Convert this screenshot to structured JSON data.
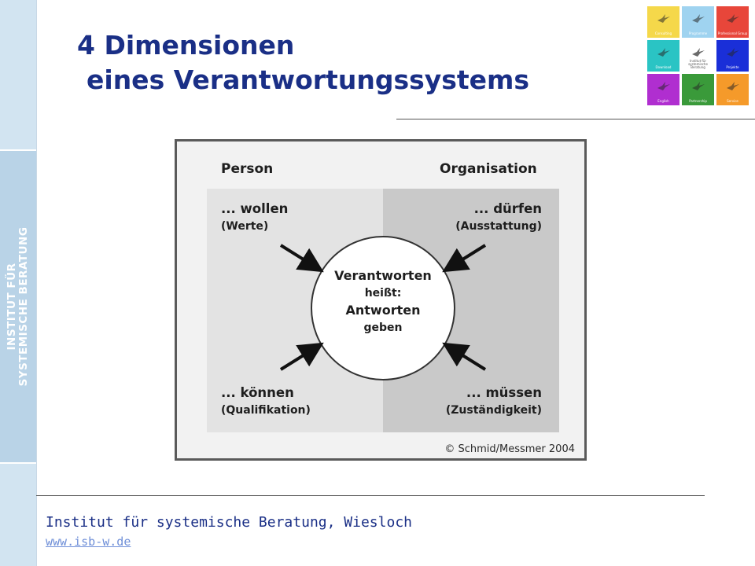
{
  "sidebar": {
    "line1": "INSTITUT FÜR",
    "line2": "SYSTEMISCHE BERATUNG"
  },
  "title": {
    "line1": "4 Dimensionen",
    "line2": "eines Verantwortungssystems"
  },
  "logo": {
    "tiles": [
      {
        "color": "#f5d84a",
        "label": "Consulting"
      },
      {
        "color": "#9fd3f0",
        "label": "Programme"
      },
      {
        "color": "#e8463a",
        "label": "Professional Group"
      },
      {
        "color": "#2ac4c4",
        "label": "Download"
      },
      {
        "color": "#ffffff",
        "label": "Institut für systemische Beratung"
      },
      {
        "color": "#1a2fd8",
        "label": "Projekte"
      },
      {
        "color": "#b02ed0",
        "label": "English"
      },
      {
        "color": "#3a9a3a",
        "label": "Partnership"
      },
      {
        "color": "#f59a2a",
        "label": "Service"
      }
    ]
  },
  "diagram": {
    "person_label": "Person",
    "organisation_label": "Organisation",
    "tl_main": "... wollen",
    "tl_sub": "(Werte)",
    "tr_main": "... dürfen",
    "tr_sub": "(Ausstattung)",
    "bl_main": "... können",
    "bl_sub": "(Qualifikation)",
    "br_main": "... müssen",
    "br_sub": "(Zuständigkeit)",
    "center_line1": "Verantworten",
    "center_line2": "heißt:",
    "center_line3": "Antworten",
    "center_line4": "geben",
    "copyright": "© Schmid/Messmer 2004"
  },
  "footer": {
    "institute": "Institut für systemische Beratung, Wiesloch",
    "url": "www.isb-w.de"
  }
}
